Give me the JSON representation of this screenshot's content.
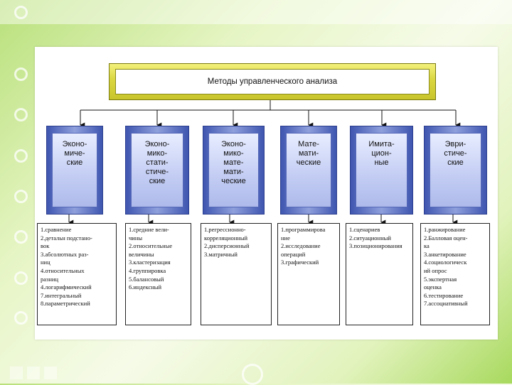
{
  "diagram": {
    "title": "Методы управленческого анализа",
    "categories": [
      {
        "label": "Эконо-\nмиче-\nские",
        "items": "1.сравнение\n2.детальн подстано-\nвок\n3.абсолютных раз-\nниц\n4.относительных\nразниц\n4.логарифмический\n7.интегральный\n8.параметрический"
      },
      {
        "label": "Эконо-\nмико-\nстати-\nстиче-\nские",
        "items": "1.средние вели-\nчины\n2.относительные\nвеличины\n3.кластеризация\n4.группировка\n5.балансовый\n6.индексный"
      },
      {
        "label": "Эконо-\nмико-\nмате-\nмати-\nческие",
        "items": "1.регрессионно-\nкорреляционный\n2.дисперсионный\n3.матричный"
      },
      {
        "label": "Мате-\nмати-\nческие",
        "items": "1.программирова\nние\n2.исследование\nопераций\n3.графический"
      },
      {
        "label": "Имита-\nцион-\nные",
        "items": "1.сценариев\n2.ситуационный\n3.позиционирования"
      },
      {
        "label": "Эври-\nстиче-\nские",
        "items": "1.ранжирование\n2.Балловая оцен-\nка\n3.анкетирование\n4.социологическ\nий опрос\n5.экспертная\nоценка\n6.тестирование\n7.ассоциативный"
      }
    ]
  },
  "colors": {
    "title_frame": "#d9d640",
    "category_frame": "#3f56b0",
    "category_fill": "#c2ccf3",
    "background_green": "#b8e07a"
  }
}
